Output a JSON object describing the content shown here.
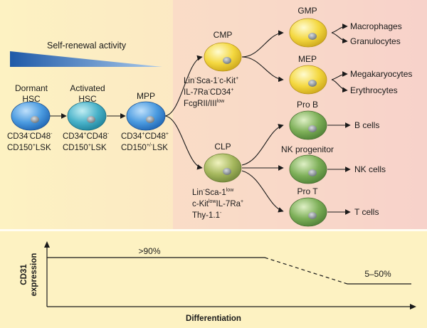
{
  "colors": {
    "panel_yellow": "#fdf2c2",
    "panel_pink": "#f7d2ca",
    "blue_cell": "#3f8fd6",
    "teal_cell": "#3fa9c4",
    "yellow_cell": "#f2d43a",
    "green_cell": "#7aaa55",
    "ramp": "#2f6fb8"
  },
  "diagram": {
    "self_renewal": "Self-renewal activity",
    "nodes": {
      "dormant": {
        "title1": "Dormant",
        "title2": "HSC",
        "m1": "CD34",
        "m1s": "-",
        "m2": "CD48",
        "m2s": "-",
        "m3": "CD150",
        "m3s": "+",
        "m4": "LSK"
      },
      "activated": {
        "title1": "Activated",
        "title2": "HSC",
        "m1": "CD34",
        "m1s": "+",
        "m2": "CD48",
        "m2s": "-",
        "m3": "CD150",
        "m3s": "+",
        "m4": "LSK"
      },
      "mpp": {
        "title": "MPP",
        "m1": "CD34",
        "m1s": "+",
        "m2": "CD48",
        "m2s": "+",
        "m3": "CD150",
        "m3s": "+/-",
        "m4": "LSK"
      },
      "cmp": {
        "title": "CMP",
        "l1a": "Lin",
        "l1as": "-",
        "l1b": "Sca-1",
        "l1bs": "-",
        "l1c": "c-Kit",
        "l1cs": "+",
        "l2a": "IL-7Ra",
        "l2as": "-",
        "l2b": "CD34",
        "l2bs": "+",
        "l3a": "FcgRII/III",
        "l3as": "low"
      },
      "clp": {
        "title": "CLP",
        "l1a": "Lin",
        "l1as": "-",
        "l1b": "Sca-1",
        "l1bs": "low",
        "l2a": "c-Kit",
        "l2as": "low",
        "l2b": "IL-7Ra",
        "l2bs": "+",
        "l3a": "Thy-1.1",
        "l3as": "-"
      },
      "gmp": {
        "title": "GMP"
      },
      "mep": {
        "title": "MEP"
      },
      "prob": {
        "title": "Pro B"
      },
      "nkp": {
        "title": "NK progenitor"
      },
      "prot": {
        "title": "Pro T"
      }
    },
    "outputs": {
      "macrophages": "Macrophages",
      "granulocytes": "Granulocytes",
      "megakaryocytes": "Megakaryocytes",
      "erythrocytes": "Erythrocytes",
      "bcells": "B cells",
      "nkcells": "NK cells",
      "tcells": "T cells"
    }
  },
  "expression_plot": {
    "ylabel1": "CD31",
    "ylabel2": "expression",
    "xlabel": "Differentiation",
    "high_label": ">90%",
    "low_label": "5–50%"
  }
}
